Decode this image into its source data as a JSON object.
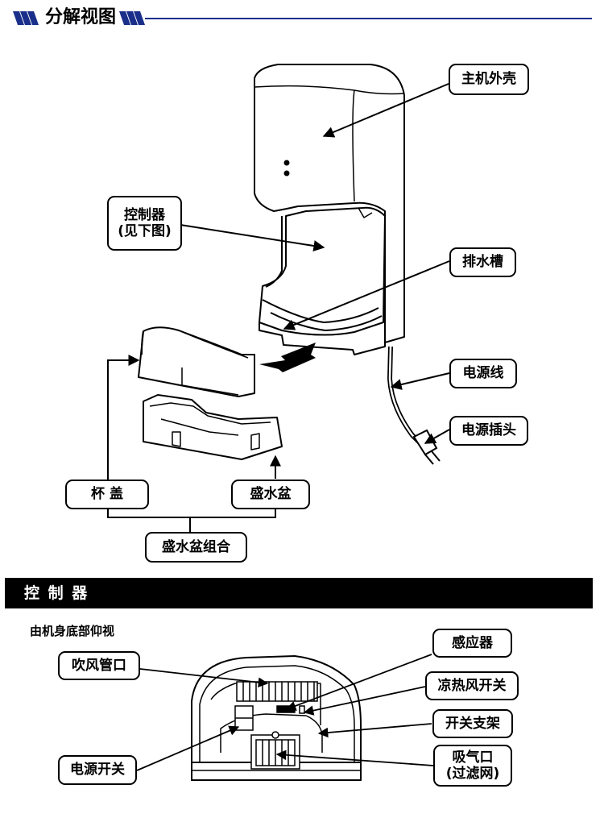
{
  "header": {
    "title": "分解视图"
  },
  "exploded_view": {
    "labels": {
      "housing": "主机外壳",
      "controller_line1": "控制器",
      "controller_line2": "(见下图)",
      "drain": "排水槽",
      "cord": "电源线",
      "plug": "电源插头",
      "cup_lid": "杯 盖",
      "basin": "盛水盆",
      "basin_assembly": "盛水盆组合"
    }
  },
  "controller_section": {
    "bar_title": "控 制 器",
    "subtitle": "由机身底部仰视",
    "labels": {
      "blow_duct": "吹风管口",
      "sensor": "感应器",
      "cool_hot_switch": "凉热风开关",
      "power_switch": "电源开关",
      "switch_bracket": "开关支架",
      "intake_line1": "吸气口",
      "intake_line2": "(过滤网)"
    }
  }
}
